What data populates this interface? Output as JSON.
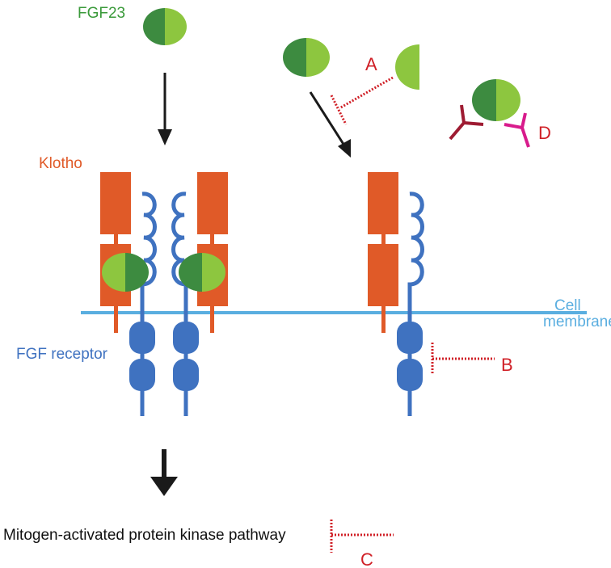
{
  "labels": {
    "fgf23": "FGF23",
    "klotho": "Klotho",
    "fgf_receptor": "FGF receptor",
    "cell_membrane_line1": "Cell",
    "cell_membrane_line2": "membrane",
    "mapk_pathway": "Mitogen-activated protein kinase pathway",
    "inhibitor_a": "A",
    "inhibitor_b": "B",
    "inhibitor_c": "C",
    "inhibitor_d": "D"
  },
  "colors": {
    "fgf23_dark": "#3d8b40",
    "fgf23_light": "#8dc63f",
    "fgf23_label": "#3a9a3a",
    "klotho": "#e05a28",
    "receptor": "#3f72c0",
    "membrane": "#5aaee0",
    "receptor_label": "#3f72c0",
    "inhibitor": "#d02027",
    "antibody_dark": "#9e1b32",
    "antibody_magenta": "#d81b8c",
    "arrow": "#1a1a1a"
  }
}
